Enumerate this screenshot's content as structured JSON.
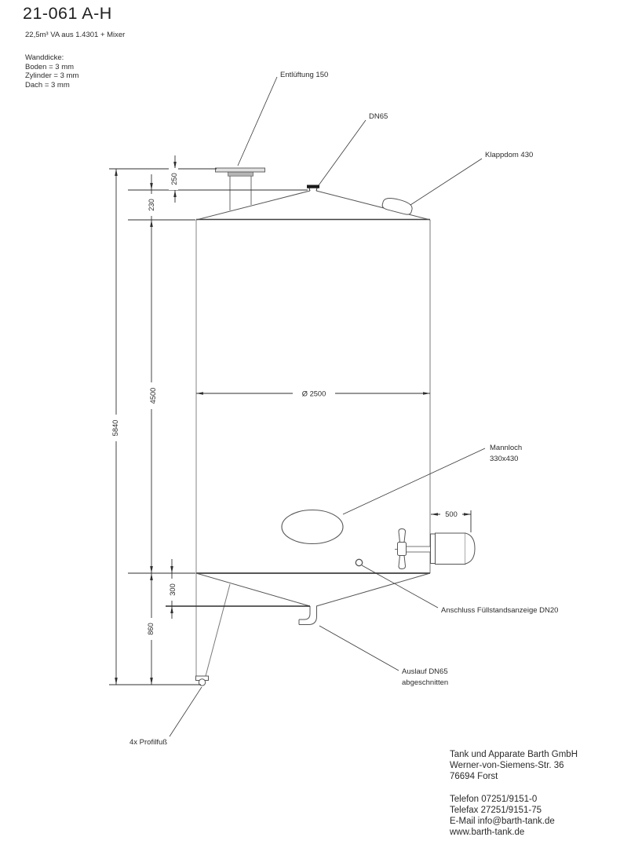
{
  "title": "21-061 A-H",
  "subtitle": "22,5m³ VA aus 1.4301 + Mixer",
  "wall": {
    "heading": "Wanddicke:",
    "lines": [
      "Boden = 3 mm",
      "Zylinder = 3 mm",
      "Dach = 3 mm"
    ]
  },
  "dimensions": {
    "overall_height": "5840",
    "vent_offset": "250",
    "roof_height": "230",
    "cylinder_height": "4500",
    "cone_drop": "300",
    "bottom_clearance": "860",
    "diameter": "Ø 2500",
    "mixer_length": "500"
  },
  "labels": {
    "vent": "Entlüftung 150",
    "top_nozzle": "DN65",
    "dome": "Klappdom 430",
    "manhole_line1": "Mannloch",
    "manhole_line2": "330x430",
    "level_indicator": "Anschluss Füllstandsanzeige DN20",
    "outlet_line1": "Auslauf DN65",
    "outlet_line2": "abgeschnitten",
    "feet": "4x Profilfuß"
  },
  "company": {
    "name": "Tank und Apparate Barth GmbH",
    "street": "Werner-von-Siemens-Str. 36",
    "city": "76694 Forst",
    "phone": "Telefon 07251/9151-0",
    "fax": "Telefax 27251/9151-75",
    "email": "E-Mail info@barth-tank.de",
    "web": "www.barth-tank.de"
  },
  "colors": {
    "background": "#ffffff",
    "tank_line": "#8f8f8f",
    "drawing_line": "#555555",
    "dimension_line": "#2f2f2f",
    "text": "#2b2b2b"
  }
}
